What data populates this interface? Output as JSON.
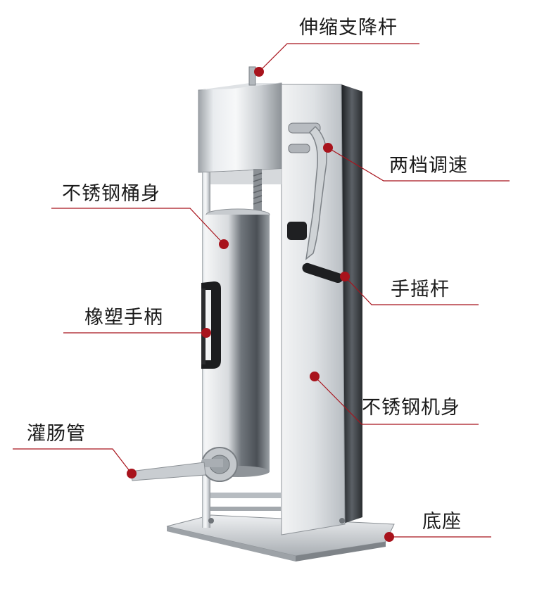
{
  "image": {
    "subject": "stainless-steel-sausage-stuffer",
    "accent_color": "#a8131c"
  },
  "callouts": [
    {
      "id": "telescopic-rod",
      "label": "伸缩支降杆"
    },
    {
      "id": "two-speed",
      "label": "两档调速"
    },
    {
      "id": "barrel-body",
      "label": "不锈钢桶身"
    },
    {
      "id": "crank-handle",
      "label": "手摇杆"
    },
    {
      "id": "rubber-handle",
      "label": "橡塑手柄"
    },
    {
      "id": "machine-body",
      "label": "不锈钢机身"
    },
    {
      "id": "filling-tube",
      "label": "灌肠管"
    },
    {
      "id": "base",
      "label": "底座"
    }
  ]
}
